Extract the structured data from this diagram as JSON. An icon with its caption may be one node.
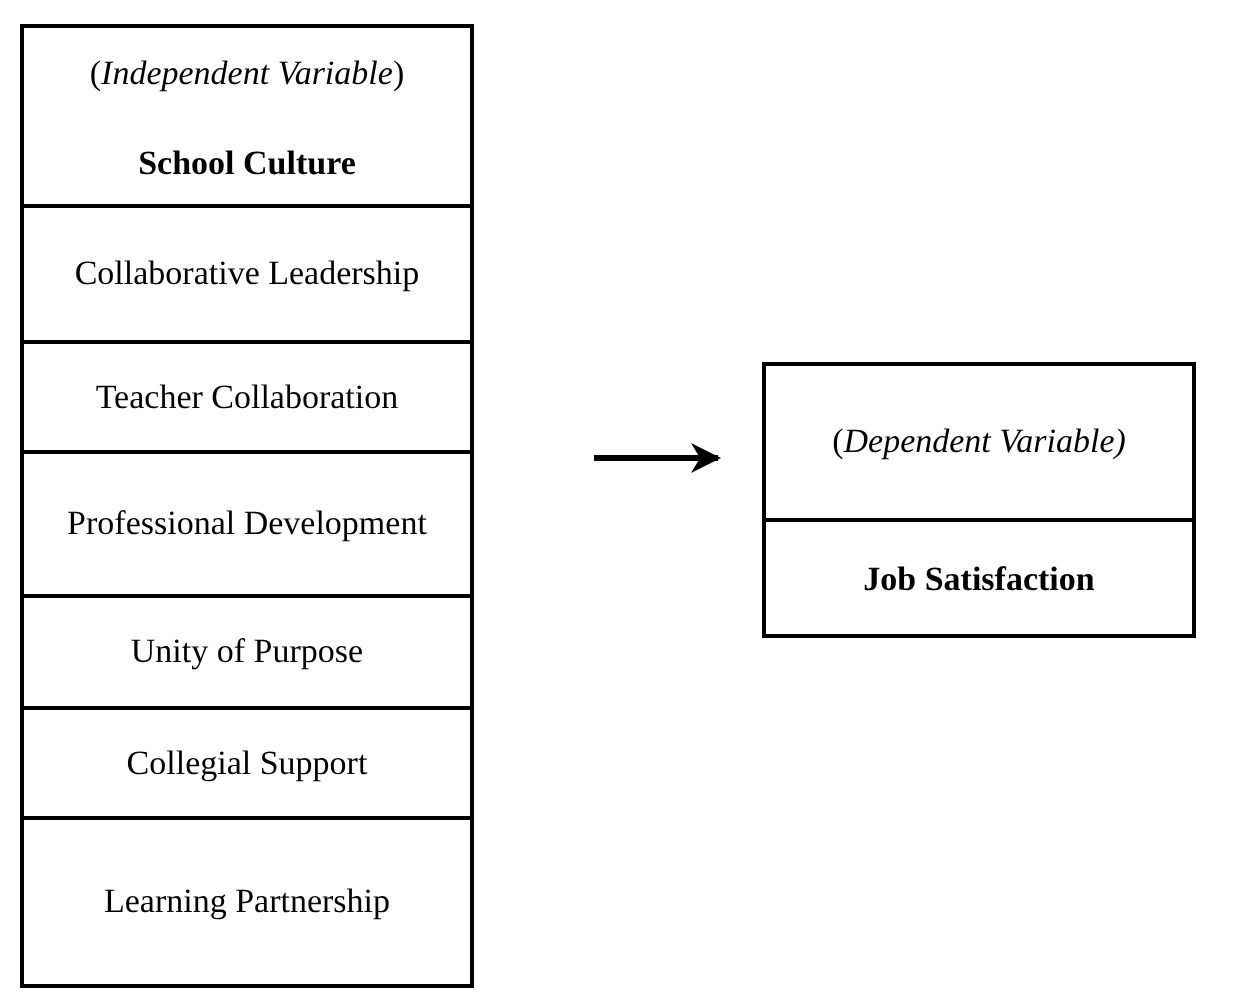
{
  "diagram": {
    "nodes": [
      {
        "text": [
          "(*Independent Variable*)",
          "School Culture"
        ]
      },
      {
        "text": [
          "Collaborative Leadership"
        ],
        "in": 0
      },
      {
        "text": [
          "Teacher Collaboration"
        ],
        "in": 0
      },
      {
        "text": [
          "Professional Development"
        ],
        "in": 0
      },
      {
        "text": [
          "Unity of Purpose"
        ],
        "in": 0
      },
      {
        "text": [
          "Collegial Support"
        ],
        "in": 0
      },
      {
        "text": [
          "Learning Partnership"
        ],
        "in": 0
      },
      {
        "text": [
          "(*Dependent Variable)*",
          "Job Satisfaction"
        ]
      }
    ],
    "edges": [
      {
        "from": 0,
        "to": 7,
        "arrow": "to"
      }
    ]
  }
}
